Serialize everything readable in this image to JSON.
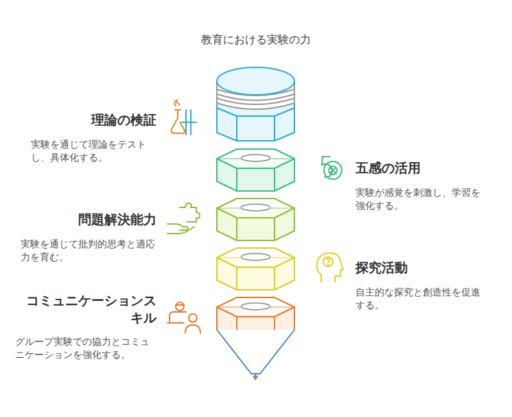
{
  "diagram": {
    "title": "教育における実験の力",
    "nodes": [
      {
        "text": [
          "理論の検証",
          "実験を通じて理論をテストし、具体化する。"
        ]
      },
      {
        "text": [
          "五感の活用",
          "実験が感覚を刺激し、学習を強化する。"
        ]
      },
      {
        "text": [
          "問題解決能力",
          "実験を通じて批判的思考と適応力を育む。"
        ]
      },
      {
        "text": [
          "探究活動",
          "自主的な探究と創造性を促進する。"
        ]
      },
      {
        "text": [
          "コミュニケーションスキル",
          "グループ実験での協力とコミュニケーションを強化する。"
        ]
      }
    ]
  }
}
